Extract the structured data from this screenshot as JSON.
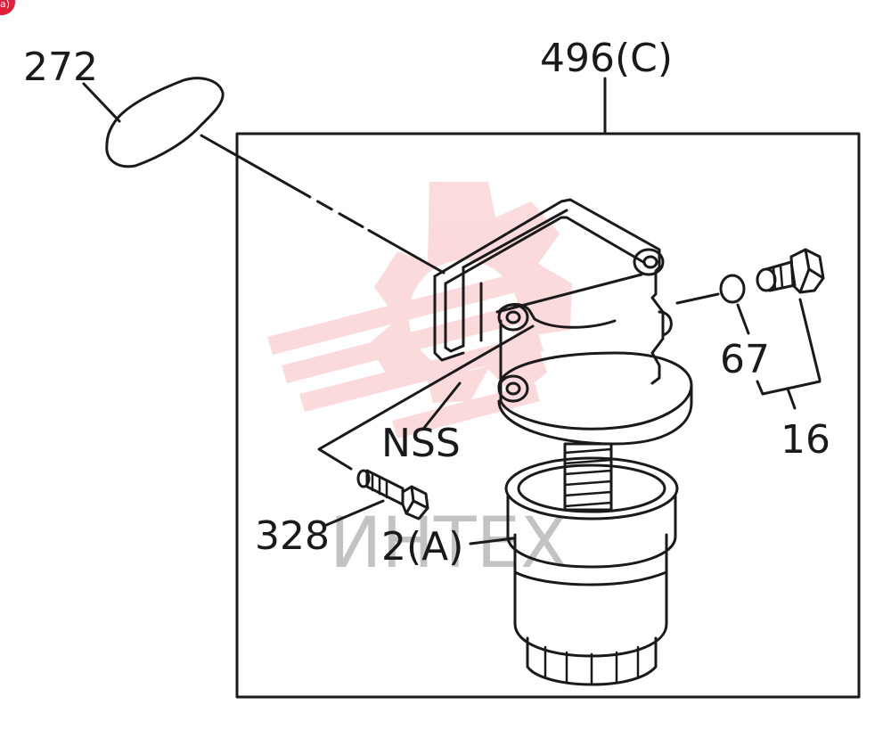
{
  "labels": {
    "assembly": "496(C)",
    "gasket": "272",
    "filter": "2(A)",
    "bolt": "328",
    "bracket": "NSS",
    "oring": "67",
    "plug_group": "16"
  },
  "watermark": {
    "text": "ИНТЕХ",
    "color": "#ea1f2d"
  },
  "corner_badge": {
    "text": "a)",
    "color": "#e31e3a"
  },
  "colors": {
    "line": "#1a1a1a",
    "background": "#ffffff"
  }
}
